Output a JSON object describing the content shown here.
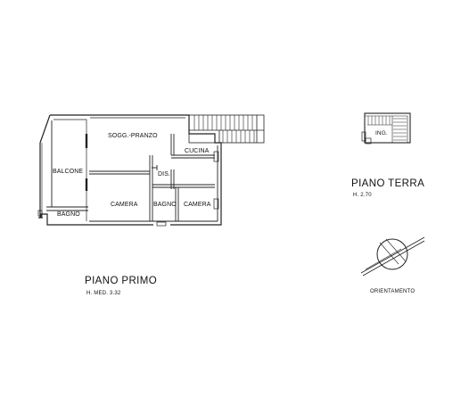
{
  "rooms": {
    "soggiorno": "SOGG.-PRANZO",
    "cucina": "CUCINA",
    "balcone": "BALCONE",
    "dis": "DIS.",
    "camera_1": "CAMERA",
    "bagno_small": "BAGNO",
    "camera_2": "CAMERA",
    "bagno_bottom": "BAGNO",
    "ingresso": "ING."
  },
  "levels": {
    "first_floor_title": "PIANO PRIMO",
    "first_floor_height": "H. MED. 3.32",
    "ground_floor_title": "PIANO TERRA",
    "ground_floor_height": "H. 2.70"
  },
  "orientation": {
    "label": "ORIENTAMENTO"
  }
}
